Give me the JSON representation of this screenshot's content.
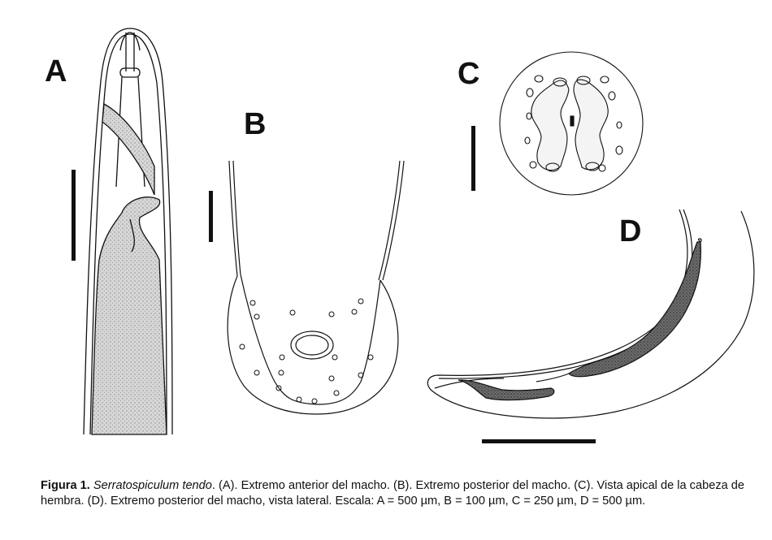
{
  "panels": {
    "a": {
      "label": "A"
    },
    "b": {
      "label": "B"
    },
    "c": {
      "label": "C"
    },
    "d": {
      "label": "D"
    }
  },
  "caption": {
    "figure_label": "Figura 1.",
    "species": "Serratospiculum tendo",
    "text": ". (A). Extremo anterior del macho. (B). Extremo posterior del macho. (C). Vista apical de la cabeza de hembra. (D). Extremo posterior del macho, vista lateral. Escala: A = 500 µm, B = 100 µm, C = 250 µm, D = 500 µm."
  },
  "colors": {
    "ink": "#111111",
    "stipple": "#c8c8c8",
    "dark_tissue": "#555555"
  }
}
